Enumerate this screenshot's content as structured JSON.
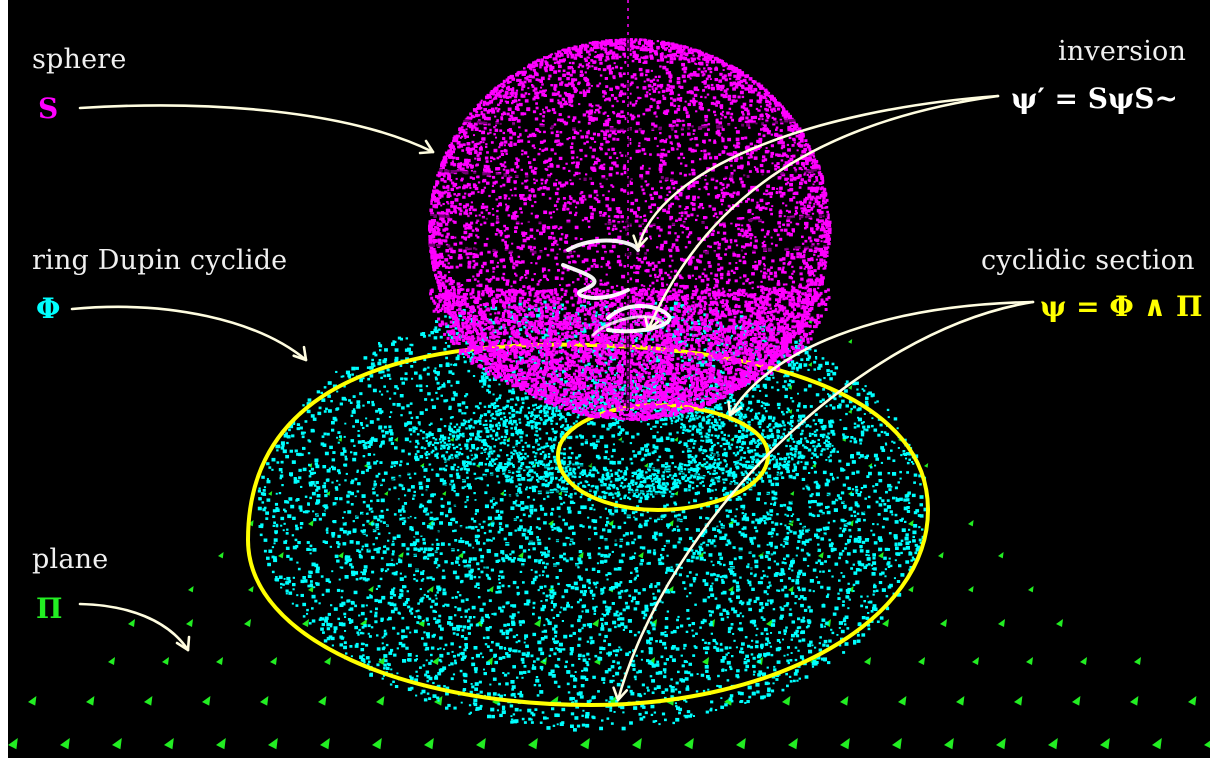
{
  "colors": {
    "background": "#000000",
    "sphere": "#ff00ff",
    "cyclide": "#00ffff",
    "plane": "#22ee22",
    "section": "#ffff00",
    "inversion": "#ffffff",
    "arrow": "#fffde0",
    "caption": "#f0f0f0"
  },
  "labels": {
    "sphere": {
      "caption": "sphere",
      "symbol": "S"
    },
    "cyclide": {
      "caption": "ring Dupin cyclide",
      "symbol": "Φ"
    },
    "plane": {
      "caption": "plane",
      "symbol": "Π"
    },
    "inversion": {
      "caption": "inversion",
      "formula": "ψ′ = SψS~"
    },
    "section": {
      "caption": "cyclidic section",
      "formula": "ψ = Φ ∧ Π"
    }
  }
}
